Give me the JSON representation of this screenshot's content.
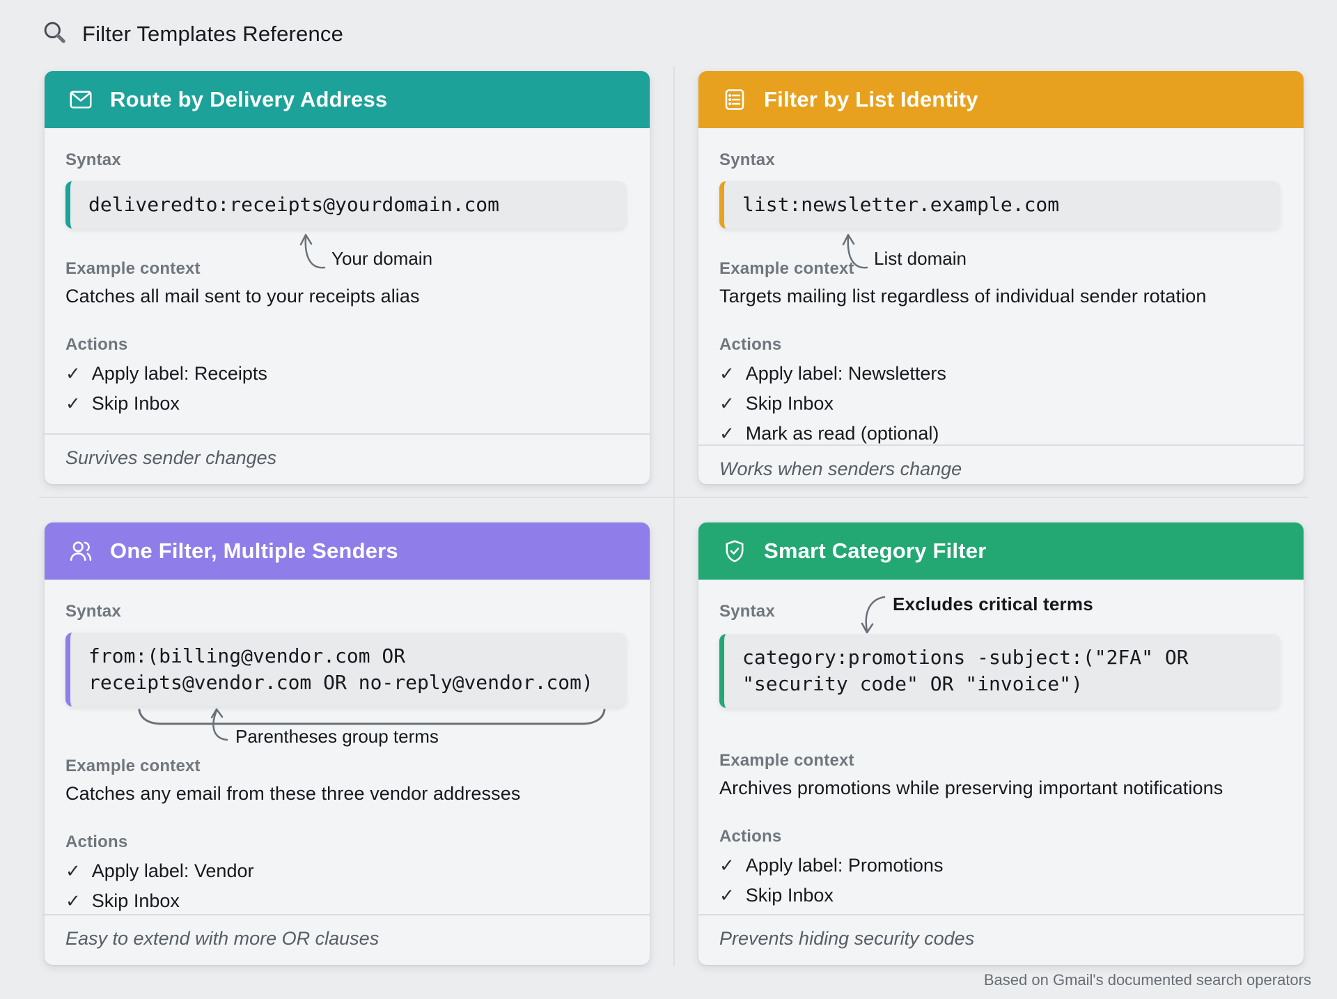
{
  "page": {
    "title": "Filter Templates Reference",
    "title_icon": "search-icon",
    "attribution": "Based on Gmail's documented search operators",
    "background_color": "#ebedef"
  },
  "glyphs": {
    "check": "✓"
  },
  "labels": {
    "syntax": "Syntax",
    "example_context": "Example context",
    "actions": "Actions"
  },
  "cards": [
    {
      "title": "Route by Delivery Address",
      "icon": "envelope-icon",
      "accent": "#1CA298",
      "syntax_lines": [
        "deliveredto:receipts@yourdomain.com"
      ],
      "annotation": "Your domain",
      "example_context": "Catches all mail sent to your receipts alias",
      "actions": [
        "Apply label: Receipts",
        "Skip Inbox"
      ],
      "footer_note": "Survives sender changes"
    },
    {
      "title": "Filter by List Identity",
      "icon": "list-icon",
      "accent": "#E7A11F",
      "syntax_lines": [
        "list:newsletter.example.com"
      ],
      "annotation": "List domain",
      "example_context": "Targets mailing list regardless of individual sender rotation",
      "actions": [
        "Apply label: Newsletters",
        "Skip Inbox",
        "Mark as read (optional)"
      ],
      "footer_note": "Works when senders change"
    },
    {
      "title": "One Filter, Multiple Senders",
      "icon": "users-icon",
      "accent": "#8F7EE9",
      "syntax_lines": [
        "from:(billing@vendor.com OR",
        "receipts@vendor.com OR no-reply@vendor.com)"
      ],
      "annotation": "Parentheses group terms",
      "example_context": "Catches any email from these three vendor addresses",
      "actions": [
        "Apply label: Vendor",
        "Skip Inbox"
      ],
      "footer_note": "Easy to extend with more OR clauses"
    },
    {
      "title": "Smart Category Filter",
      "icon": "shield-check-icon",
      "accent": "#23A873",
      "syntax_lines": [
        "category:promotions -subject:(\"2FA\" OR",
        "\"security code\" OR \"invoice\")"
      ],
      "annotation": "Excludes critical terms",
      "example_context": "Archives promotions while preserving important notifications",
      "actions": [
        "Apply label: Promotions",
        "Skip Inbox"
      ],
      "footer_note": "Prevents hiding security codes"
    }
  ]
}
